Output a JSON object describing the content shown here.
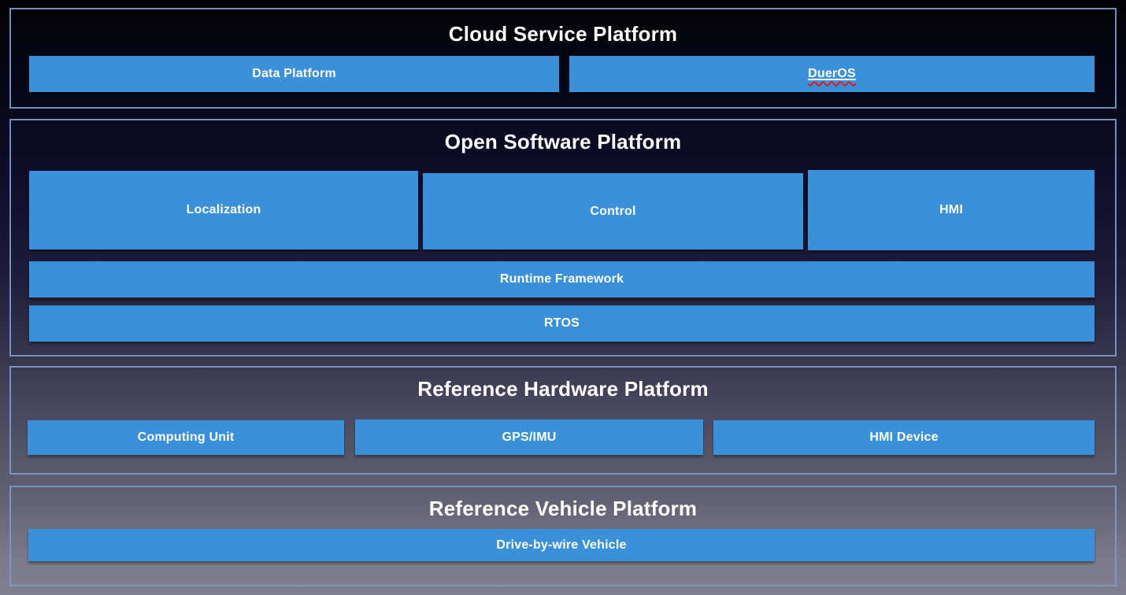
{
  "colors": {
    "box_blue": "#3a90d9",
    "section_border": "#8098c4",
    "title_text": "#ffffff",
    "box_label_text": "#ffffff",
    "spellcheck_underline_red": "#d81e1e",
    "background_top": "#020204",
    "background_bottom": "#807f8f"
  },
  "sections": [
    {
      "id": "cloud",
      "title": "Cloud Service Platform",
      "boxes": [
        {
          "label": "Data Platform"
        },
        {
          "label": "DuerOS",
          "note": "underlined with red spellcheck squiggle"
        }
      ]
    },
    {
      "id": "open-software",
      "title": "Open Software Platform",
      "boxes": [
        {
          "label": "Localization"
        },
        {
          "label": "Control"
        },
        {
          "label": "HMI"
        },
        {
          "label": "Runtime Framework"
        },
        {
          "label": "RTOS"
        }
      ]
    },
    {
      "id": "reference-hardware",
      "title": "Reference Hardware Platform",
      "boxes": [
        {
          "label": "Computing Unit"
        },
        {
          "label": "GPS/IMU"
        },
        {
          "label": "HMI Device"
        }
      ]
    },
    {
      "id": "reference-vehicle",
      "title": "Reference Vehicle Platform",
      "boxes": [
        {
          "label": "Drive-by-wire Vehicle"
        }
      ]
    }
  ]
}
